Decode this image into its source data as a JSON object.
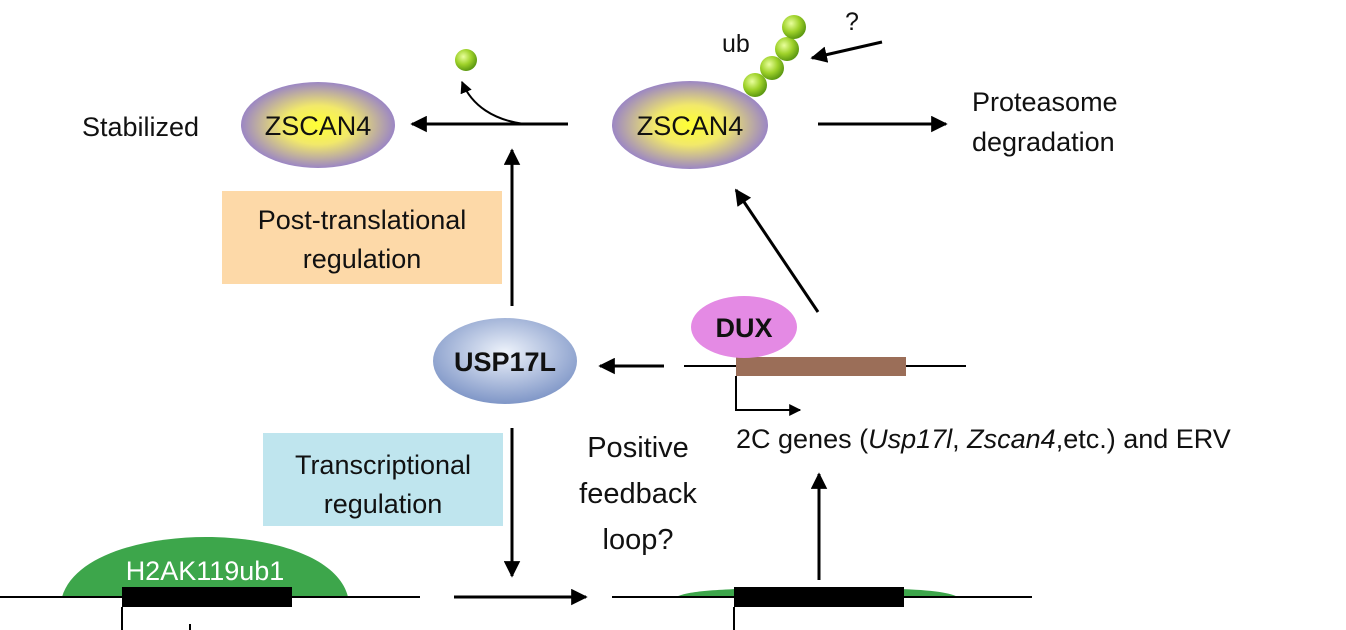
{
  "labels": {
    "stabilized": "Stabilized",
    "zscan4_left": "ZSCAN4",
    "zscan4_right": "ZSCAN4",
    "ub": "ub",
    "question": "?",
    "proteasome_line1": "Proteasome",
    "proteasome_line2": "degradation",
    "post_translational_line1": "Post-translational",
    "post_translational_line2": "regulation",
    "usp17l": "USP17L",
    "dux": "DUX",
    "genes_prefix": "2C genes (",
    "genes_usp17l": "Usp17l",
    "genes_sep": ", ",
    "genes_zscan4": "Zscan4",
    "genes_suffix": ",etc.) and ERV",
    "transcriptional_line1": "Transcriptional",
    "transcriptional_line2": "regulation",
    "feedback_line1": "Positive",
    "feedback_line2": "feedback",
    "feedback_line3": "loop?",
    "h2ak": "H2AK119ub1"
  },
  "colors": {
    "zscan4_center": "#ffff33",
    "zscan4_edge": "#9b86c4",
    "usp17l_center": "#e4ecf8",
    "usp17l_edge": "#7f96c7",
    "dux_fill": "#e48ae4",
    "ubiquitin": "#8cc81f",
    "post_translational_box": "#fdd9a8",
    "transcriptional_box": "#bfe5ee",
    "chromatin_mark": "#3da64b",
    "gene_bar": "#9b6e58",
    "black_bar": "#000000"
  },
  "icons": {
    "ubiquitin": "green-sphere",
    "arrow": "black-arrow"
  }
}
